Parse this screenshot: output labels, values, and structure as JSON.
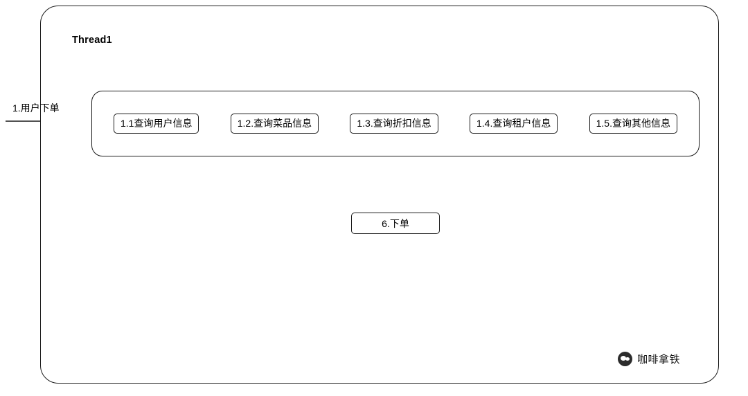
{
  "diagram": {
    "thread": {
      "title": "Thread1"
    },
    "entry": {
      "label": "1.用户下单"
    },
    "tasks": [
      {
        "label": "1.1查询用户信息"
      },
      {
        "label": "1.2.查询菜品信息"
      },
      {
        "label": "1.3.查询折扣信息"
      },
      {
        "label": "1.4.查询租户信息"
      },
      {
        "label": "1.5.查询其他信息"
      }
    ],
    "order_node": {
      "label": "6.下单"
    }
  },
  "watermark": {
    "text": "咖啡拿铁",
    "icon": "wechat-official-account-icon"
  },
  "colors": {
    "stroke": "#1a1a1a",
    "background": "#ffffff",
    "text": "#000000"
  }
}
